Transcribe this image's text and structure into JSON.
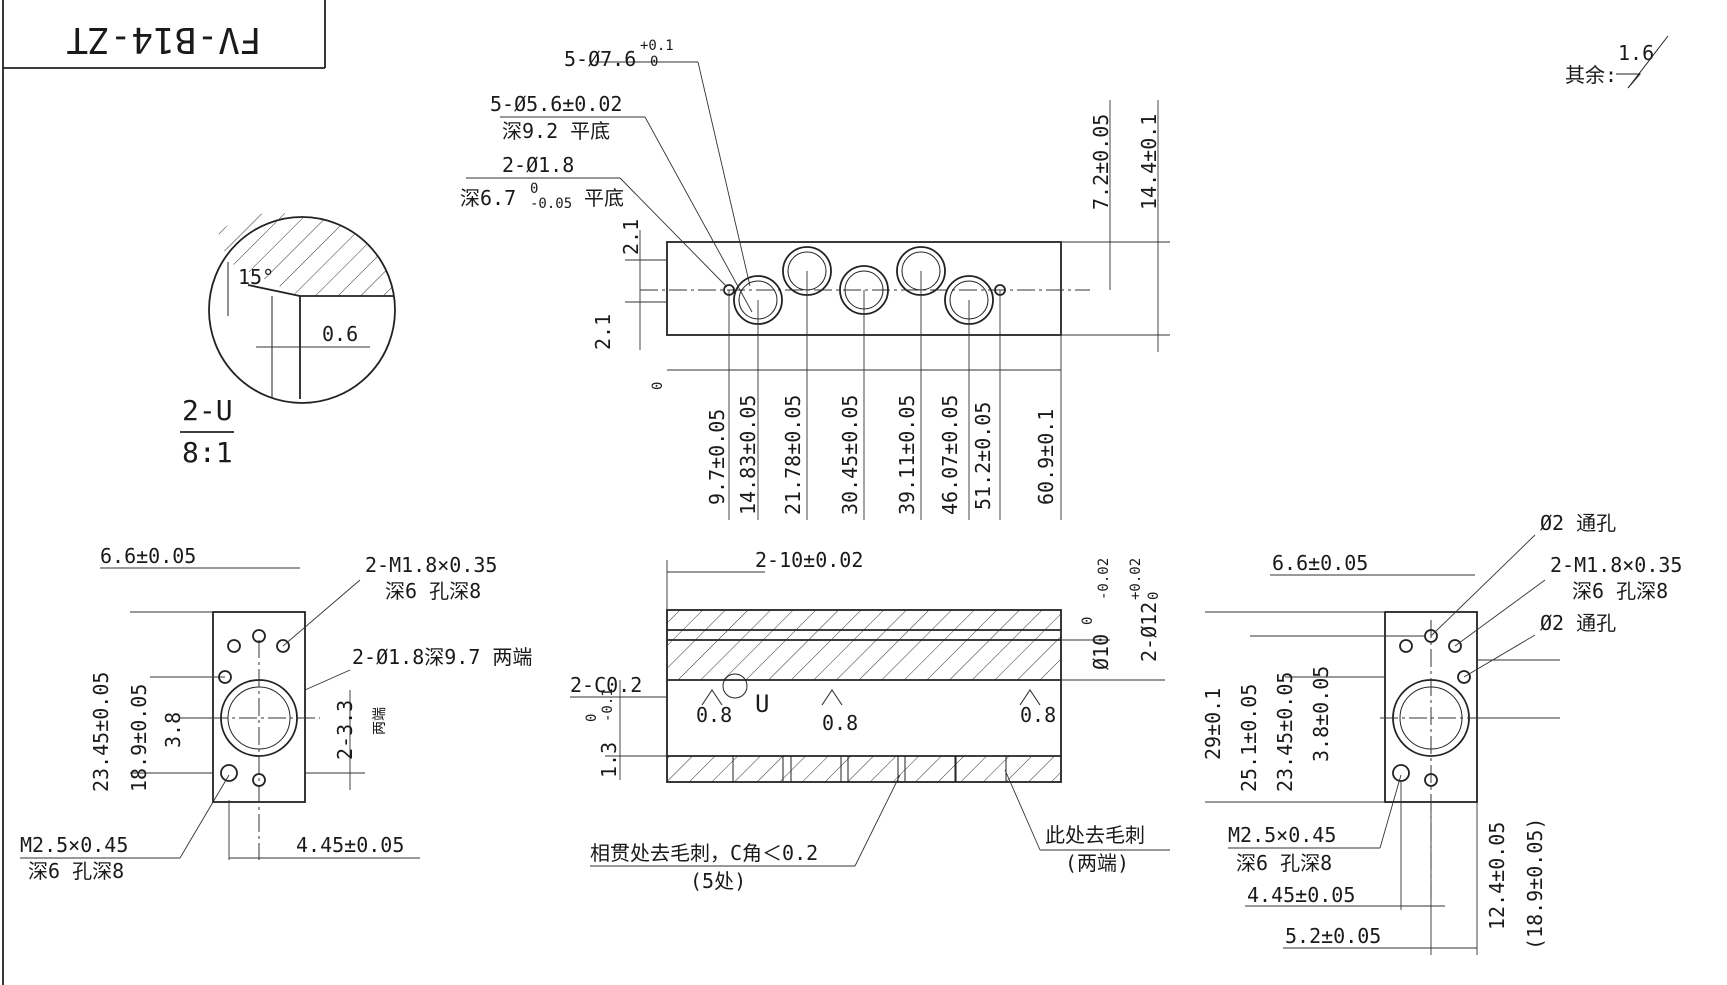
{
  "title_block": {
    "part_no": "FV-B14-ZT"
  },
  "roughness_note": {
    "label": "其余:",
    "value": "1.6"
  },
  "detail_view": {
    "name": "2-U",
    "scale": "8:1",
    "angle": "15°",
    "dim": "0.6"
  },
  "top_view": {
    "callouts": {
      "bore": "5-Ø7.6",
      "bore_tol_upper": "+0.1",
      "bore_tol_lower": "0",
      "pocket": "5-Ø5.6±0.02",
      "pocket_depth": "深9.2 平底",
      "pin": "2-Ø1.8",
      "pin_depth": "深6.7",
      "pin_tol_upper": "0",
      "pin_tol_lower": "-0.05",
      "pin_flat": "平底"
    },
    "vertical_dims": [
      "7.2±0.05",
      "14.4±0.1"
    ],
    "left_dims": [
      "2.1",
      "2.1"
    ],
    "origin": "0",
    "bottom_dims": [
      "9.7±0.05",
      "14.83±0.05",
      "21.78±0.05",
      "30.45±0.05",
      "39.11±0.05",
      "46.07±0.05",
      "51.2±0.05",
      "60.9±0.1"
    ]
  },
  "left_view": {
    "top_dim": "6.6±0.05",
    "thread": "2-M1.8×0.35",
    "thread_depth": "深6 孔深8",
    "pin": "2-Ø1.8深9.7 两端",
    "side_dims": [
      "23.45±0.05",
      "18.9±0.05",
      "3.8"
    ],
    "right_dim": "2-3.3",
    "right_note": "两端",
    "bottom_thread": "M2.5×0.45",
    "bottom_depth": "深6 孔深8",
    "bottom_dim": "4.45±0.05"
  },
  "section_view": {
    "top_dim": "2-10±0.02",
    "right_dims": [
      "Ø10",
      "2-Ø12"
    ],
    "right_tols": [
      "0",
      "-0.02",
      "+0.02",
      "0"
    ],
    "chamfer": "2-C0.2",
    "detail_ref": "U",
    "roughness": [
      "0.8",
      "0.8",
      "0.8"
    ],
    "left_dim": "1.3",
    "left_tol_upper": "0",
    "left_tol_lower": "-0.1",
    "note_left": "相贯处去毛刺，C角＜0.2",
    "note_left_sub": "(5处)",
    "note_right": "此处去毛刺",
    "note_right_sub": "(两端)"
  },
  "right_view": {
    "through_hole_1": "Ø2 通孔",
    "top_dim": "6.6±0.05",
    "thread": "2-M1.8×0.35",
    "thread_depth": "深6 孔深8",
    "through_hole_2": "Ø2 通孔",
    "side_dims": [
      "29±0.1",
      "25.1±0.05",
      "23.45±0.05",
      "3.8±0.05"
    ],
    "bottom_thread": "M2.5×0.45",
    "bottom_depth": "深6 孔深8",
    "bottom_dims": [
      "4.45±0.05",
      "5.2±0.05"
    ],
    "right_dims": [
      "12.4±0.05",
      "(18.9±0.05)"
    ]
  }
}
